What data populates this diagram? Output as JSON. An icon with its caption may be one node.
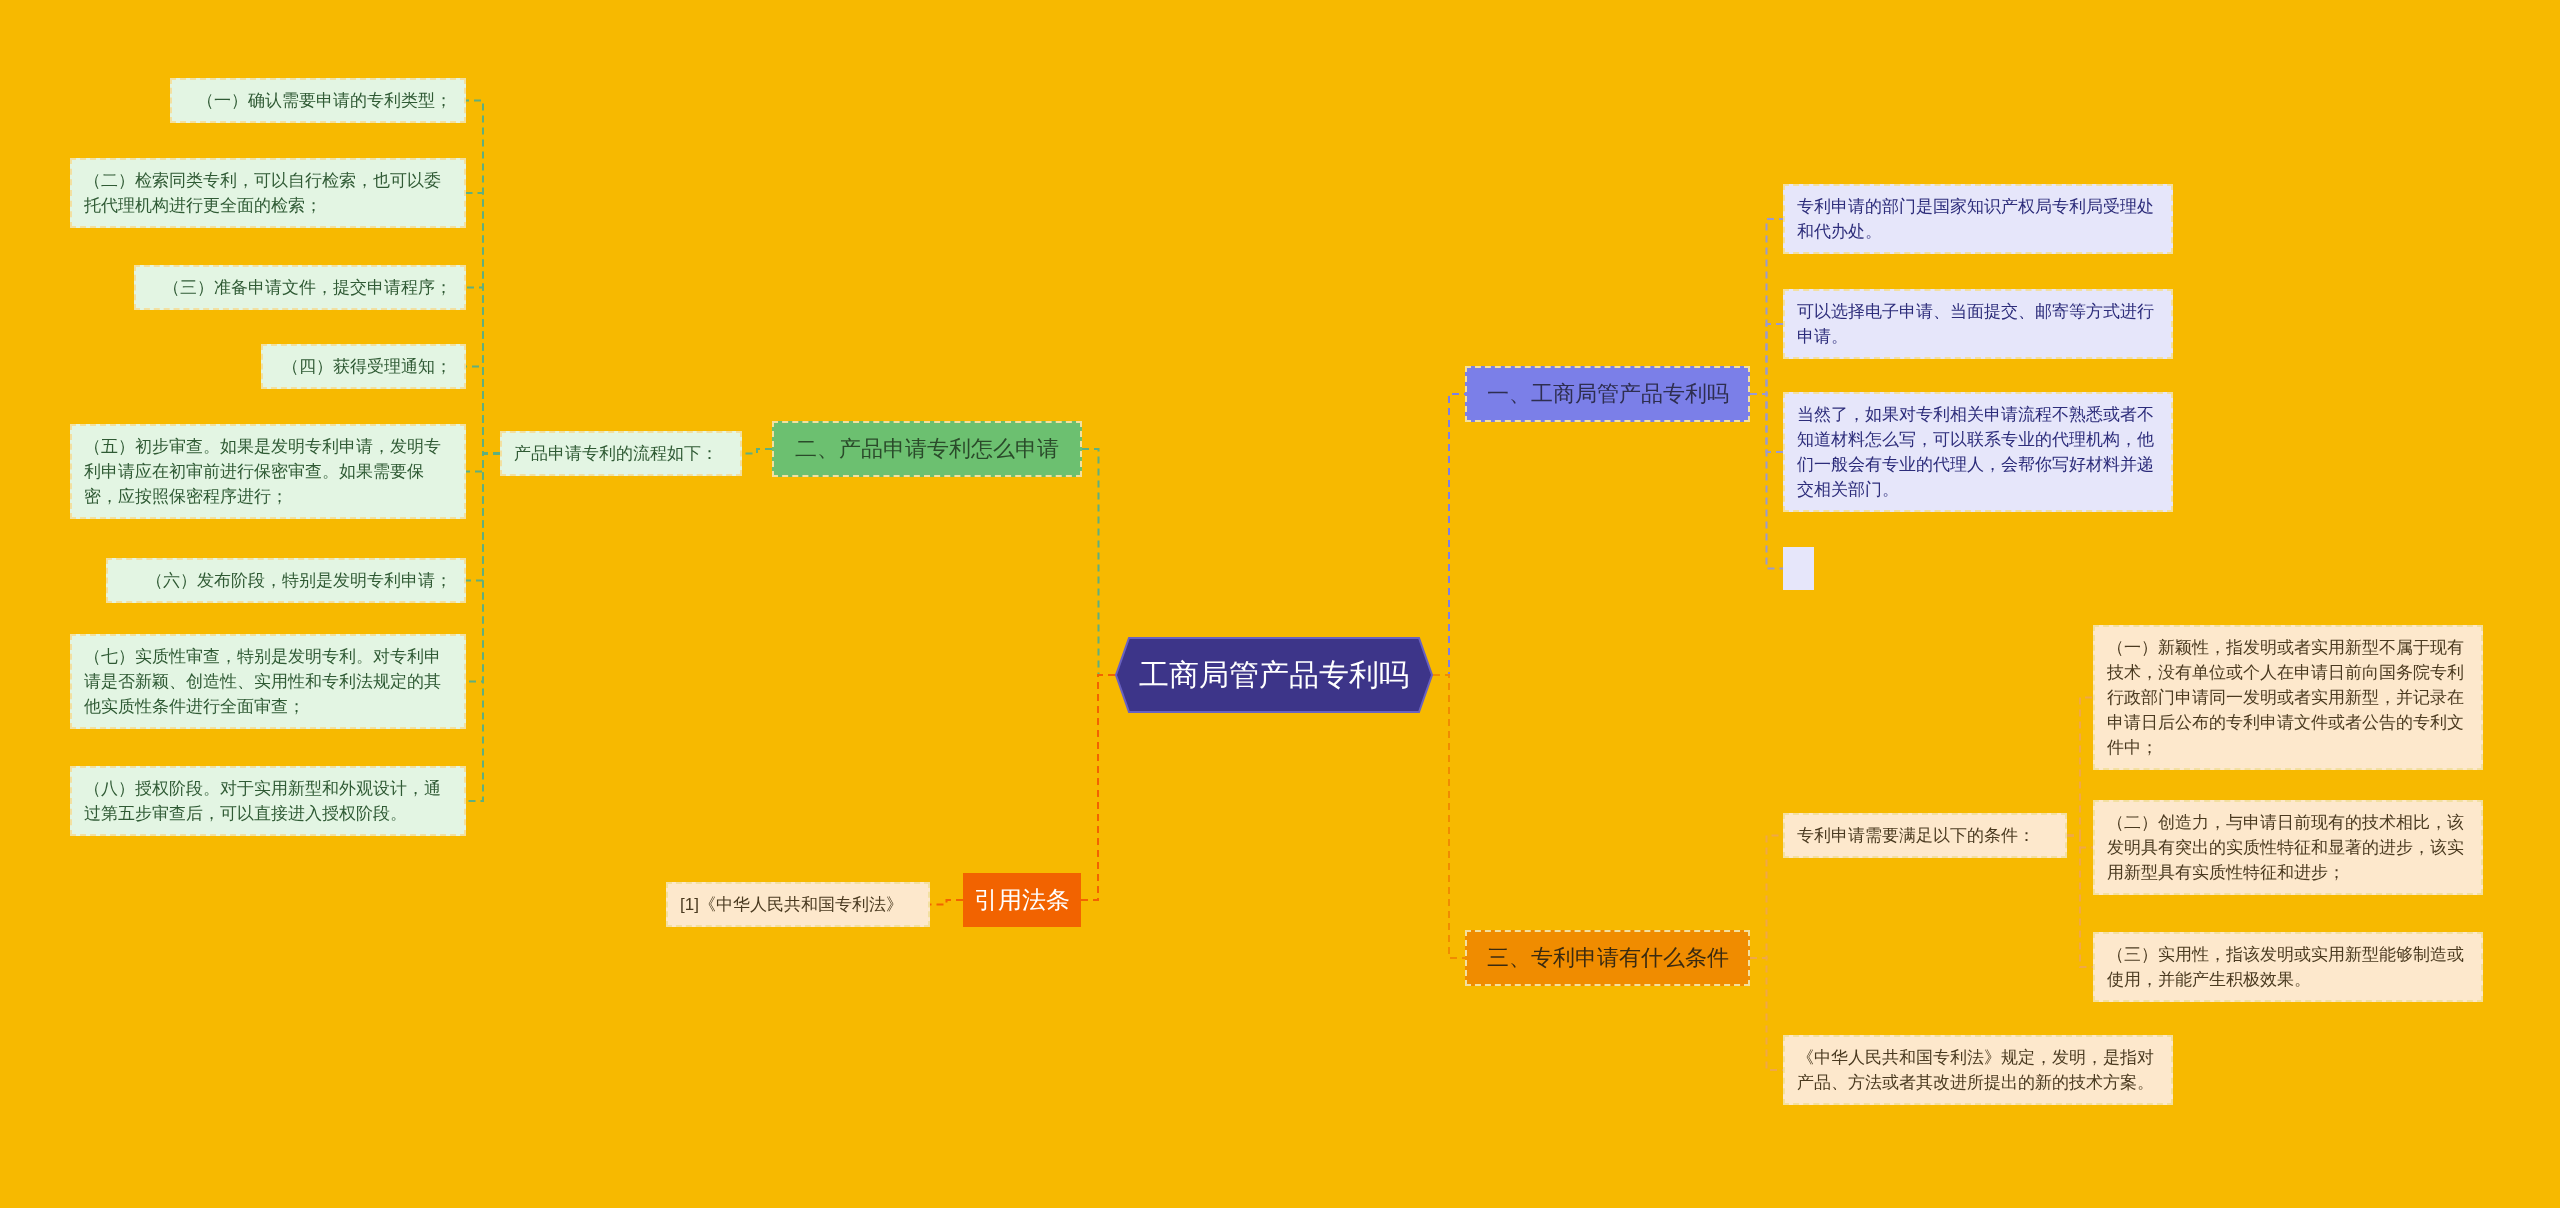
{
  "diagram": {
    "nodes": [
      {
        "text": [
          "工商局管产品专利吗"
        ]
      },
      {
        "text": [
          "一、工商局管产品专利吗"
        ]
      },
      {
        "text": [
          "专利申请的部门是国家知识产权局专利局受理处和代办处。"
        ]
      },
      {
        "text": [
          "可以选择电子申请、当面提交、邮寄等方式进行申请。"
        ]
      },
      {
        "text": [
          "当然了，如果对专利相关申请流程不熟悉或者不知道材料怎么写，可以联系专业的代理机构，他们一般会有专业的代理人，会帮你写好材料并递交相关部门。"
        ]
      },
      {
        "text": [],
        "shape": "box"
      },
      {
        "text": [
          "三、专利申请有什么条件"
        ]
      },
      {
        "text": [
          "专利申请需要满足以下的条件："
        ]
      },
      {
        "text": [
          "（一）新颖性，指发明或者实用新型不属于现有技术，没有单位或个人在申请日前向国务院专利行政部门申请同一发明或者实用新型，并记录在申请日后公布的专利申请文件或者公告的专利文件中；"
        ]
      },
      {
        "text": [
          "（二）创造力，与申请日前现有的技术相比，该发明具有突出的实质性特征和显著的进步，该实用新型具有实质性特征和进步；"
        ]
      },
      {
        "text": [
          "（三）实用性，指该发明或实用新型能够制造或使用，并能产生积极效果。"
        ]
      },
      {
        "text": [
          "《中华人民共和国专利法》规定，发明，是指对产品、方法或者其改进所提出的新的技术方案。"
        ]
      },
      {
        "text": [
          "二、产品申请专利怎么申请"
        ]
      },
      {
        "text": [
          "产品申请专利的流程如下："
        ]
      },
      {
        "text": [
          "（一）确认需要申请的专利类型；"
        ]
      },
      {
        "text": [
          "（二）检索同类专利，可以自行检索，也可以委托代理机构进行更全面的检索；"
        ]
      },
      {
        "text": [
          "（三）准备申请文件，提交申请程序；"
        ]
      },
      {
        "text": [
          "（四）获得受理通知；"
        ]
      },
      {
        "text": [
          "（五）初步审查。如果是发明专利申请，发明专利申请应在初审前进行保密审查。如果需要保密，应按照保密程序进行；"
        ]
      },
      {
        "text": [
          "（六）发布阶段，特别是发明专利申请；"
        ]
      },
      {
        "text": [
          "（七）实质性审查，特别是发明专利。对专利申请是否新颖、创造性、实用性和专利法规定的其他实质性条件进行全面审查；"
        ]
      },
      {
        "text": [
          "（八）授权阶段。对于实用新型和外观设计，通过第五步审查后，可以直接进入授权阶段。"
        ]
      },
      {
        "text": [
          "引用法条"
        ]
      },
      {
        "text": [
          "[1]《中华人民共和国专利法》"
        ]
      }
    ],
    "edges": [
      {
        "from": 0,
        "to": 1,
        "arrow": "none",
        "style": "dashed",
        "color": "#7b7fe8"
      },
      {
        "from": 1,
        "to": 2,
        "arrow": "none",
        "style": "dashed",
        "color": "#9a9ad0"
      },
      {
        "from": 1,
        "to": 3,
        "arrow": "none",
        "style": "dashed",
        "color": "#9a9ad0"
      },
      {
        "from": 1,
        "to": 4,
        "arrow": "none",
        "style": "dashed",
        "color": "#9a9ad0"
      },
      {
        "from": 1,
        "to": 5,
        "arrow": "none",
        "style": "dashed",
        "color": "#9a9ad0"
      },
      {
        "from": 0,
        "to": 6,
        "arrow": "none",
        "style": "dashed",
        "color": "#f08c00"
      },
      {
        "from": 6,
        "to": 7,
        "arrow": "none",
        "style": "dashed",
        "color": "#f0a848"
      },
      {
        "from": 6,
        "to": 11,
        "arrow": "none",
        "style": "dashed",
        "color": "#f0a848"
      },
      {
        "from": 7,
        "to": 8,
        "arrow": "none",
        "style": "dashed",
        "color": "#f0a848"
      },
      {
        "from": 7,
        "to": 9,
        "arrow": "none",
        "style": "dashed",
        "color": "#f0a848"
      },
      {
        "from": 7,
        "to": 10,
        "arrow": "none",
        "style": "dashed",
        "color": "#f0a848"
      },
      {
        "from": 0,
        "to": 12,
        "arrow": "none",
        "style": "dashed"
      },
      {
        "from": 12,
        "to": 13,
        "arrow": "none",
        "style": "dashed"
      },
      {
        "from": 13,
        "to": 14,
        "arrow": "none",
        "style": "dashed"
      },
      {
        "from": 13,
        "to": 15,
        "arrow": "none",
        "style": "dashed"
      },
      {
        "from": 13,
        "to": 16,
        "arrow": "none",
        "style": "dashed"
      },
      {
        "from": 13,
        "to": 17,
        "arrow": "none",
        "style": "dashed"
      },
      {
        "from": 13,
        "to": 18,
        "arrow": "none",
        "style": "dashed"
      },
      {
        "from": 13,
        "to": 19,
        "arrow": "none",
        "style": "dashed"
      },
      {
        "from": 13,
        "to": 20,
        "arrow": "none",
        "style": "dashed"
      },
      {
        "from": 13,
        "to": 21,
        "arrow": "none",
        "style": "dashed"
      },
      {
        "from": 0,
        "to": 22,
        "arrow": "none",
        "style": "dashed",
        "color": "#f26300"
      },
      {
        "from": 22,
        "to": 23,
        "arrow": "none",
        "style": "dashed",
        "color": "#f26300"
      }
    ]
  }
}
